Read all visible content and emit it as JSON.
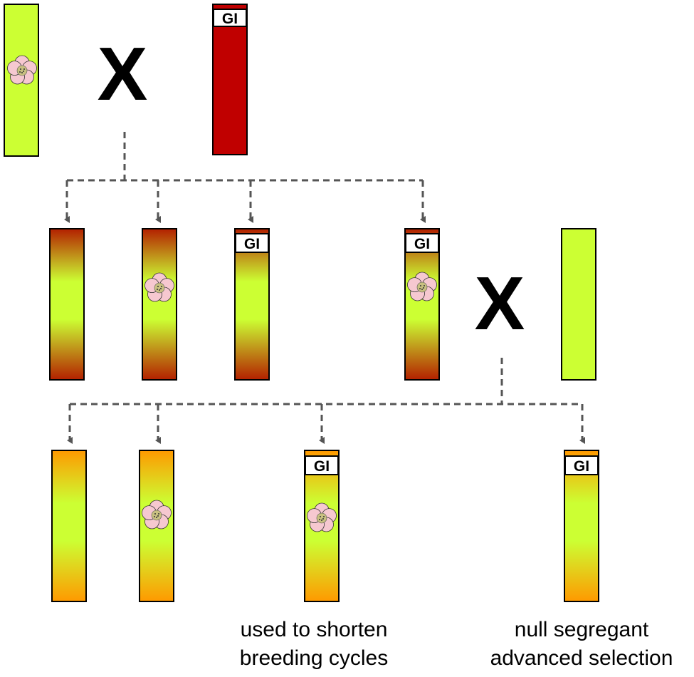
{
  "cross_symbol": "X",
  "transgene_label": "GI",
  "captions": {
    "left": [
      "used to shorten",
      "breeding cycles"
    ],
    "right": [
      "null segregant",
      "advanced selection"
    ]
  },
  "colors": {
    "green": "#ccff33",
    "red": "#c00000",
    "dark_red": "#b32000",
    "orange": "#ff9900",
    "arrow": "#555555",
    "flower": "#f6c8d0"
  },
  "icons": [
    "flower-icon",
    "arrow-down-icon"
  ]
}
